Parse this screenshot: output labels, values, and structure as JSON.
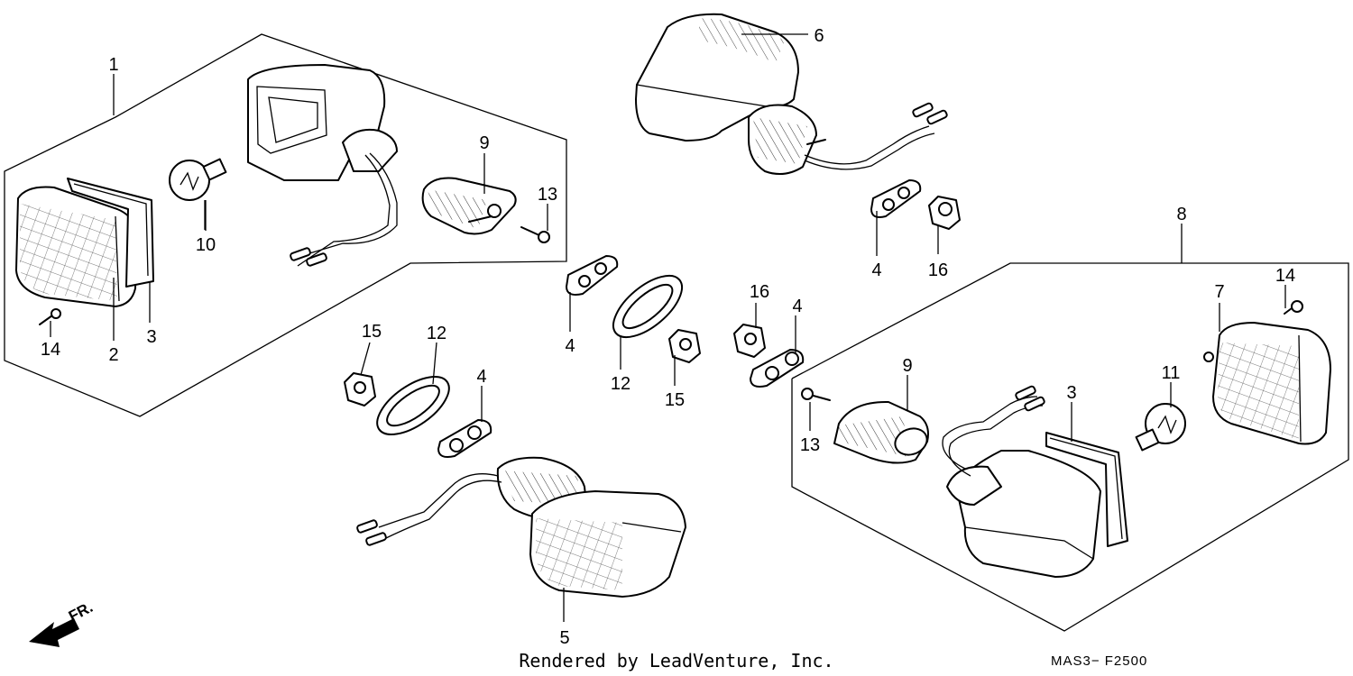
{
  "callouts": {
    "c1": "1",
    "c2": "2",
    "c3a": "3",
    "c3b": "3",
    "c4a": "4",
    "c4b": "4",
    "c4c": "4",
    "c4d": "4",
    "c5": "5",
    "c6": "6",
    "c7": "7",
    "c8": "8",
    "c9a": "9",
    "c9b": "9",
    "c10": "10",
    "c11": "11",
    "c12a": "12",
    "c12b": "12",
    "c13a": "13",
    "c13b": "13",
    "c14a": "14",
    "c14b": "14",
    "c15a": "15",
    "c15b": "15",
    "c16a": "16",
    "c16b": "16"
  },
  "footer": {
    "credit": "Rendered by LeadVenture, Inc.",
    "code": "MAS3− F2500",
    "direction": "FR."
  }
}
